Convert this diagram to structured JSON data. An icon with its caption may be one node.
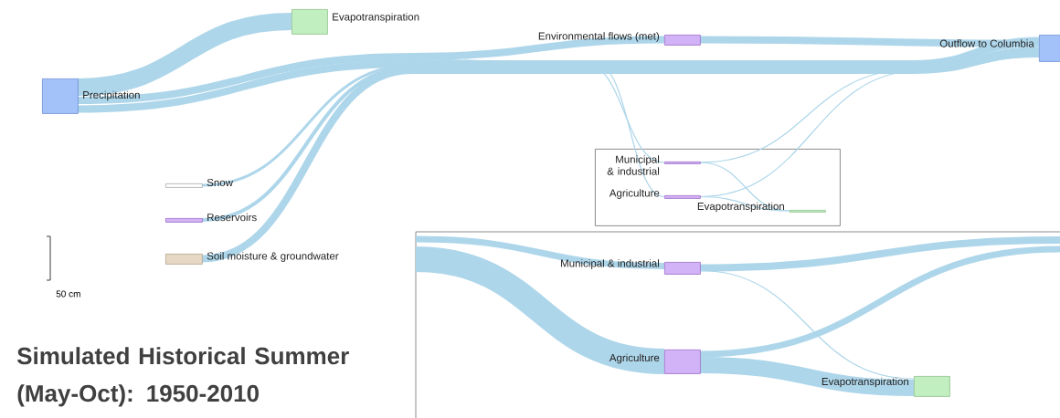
{
  "diagram": {
    "title": "Simulated Historical Summer (May-Oct): 1950-2010",
    "nodes": [
      {
        "text": [
          "Precipitation"
        ]
      },
      {
        "text": [
          "Evapotranspiration"
        ]
      },
      {
        "text": [
          "Snow"
        ]
      },
      {
        "text": [
          "Reservoirs"
        ]
      },
      {
        "text": [
          "Soil moisture & groundwater"
        ]
      },
      {
        "text": [
          "Environmental flows (met)"
        ]
      },
      {
        "text": [
          "Outflow to Columbia"
        ]
      },
      {
        "text": [],
        "shape": "box"
      },
      {
        "text": [
          "Municipal & industrial"
        ],
        "in": 7
      },
      {
        "text": [
          "Agriculture"
        ],
        "in": 7
      },
      {
        "text": [
          "Evapotranspiration"
        ],
        "in": 7
      },
      {
        "text": [],
        "shape": "box"
      },
      {
        "text": [
          "Municipal & industrial"
        ],
        "in": 11
      },
      {
        "text": [
          "Agriculture"
        ],
        "in": 11
      },
      {
        "text": [
          "Evapotranspiration"
        ],
        "in": 11
      }
    ],
    "edges": [
      {
        "from": 0,
        "to": 1,
        "arrow": "none",
        "style": "thick"
      },
      {
        "from": 0,
        "to": 5,
        "arrow": "none"
      },
      {
        "from": 0,
        "to": 6,
        "arrow": "none"
      },
      {
        "from": 2,
        "to": 6,
        "arrow": "none"
      },
      {
        "from": 3,
        "to": 6,
        "arrow": "none"
      },
      {
        "from": 4,
        "to": 6,
        "arrow": "none"
      },
      {
        "from": 5,
        "to": 6,
        "arrow": "none"
      },
      {
        "from": 0,
        "to": 8,
        "arrow": "none"
      },
      {
        "from": 0,
        "to": 9,
        "arrow": "none"
      },
      {
        "from": 8,
        "to": 6,
        "arrow": "none"
      },
      {
        "from": 9,
        "to": 6,
        "arrow": "none"
      },
      {
        "from": 8,
        "to": 10,
        "arrow": "none"
      },
      {
        "from": 9,
        "to": 10,
        "arrow": "none"
      },
      {
        "from": null,
        "to": 12,
        "arrow": "none"
      },
      {
        "from": null,
        "to": 13,
        "arrow": "none",
        "style": "thick"
      },
      {
        "from": 12,
        "to": null,
        "arrow": "none"
      },
      {
        "from": 13,
        "to": null,
        "arrow": "none"
      },
      {
        "from": 12,
        "to": 14,
        "arrow": "none"
      },
      {
        "from": 13,
        "to": 14,
        "arrow": "none",
        "style": "thick"
      }
    ],
    "labels": [
      "50 cm"
    ]
  }
}
